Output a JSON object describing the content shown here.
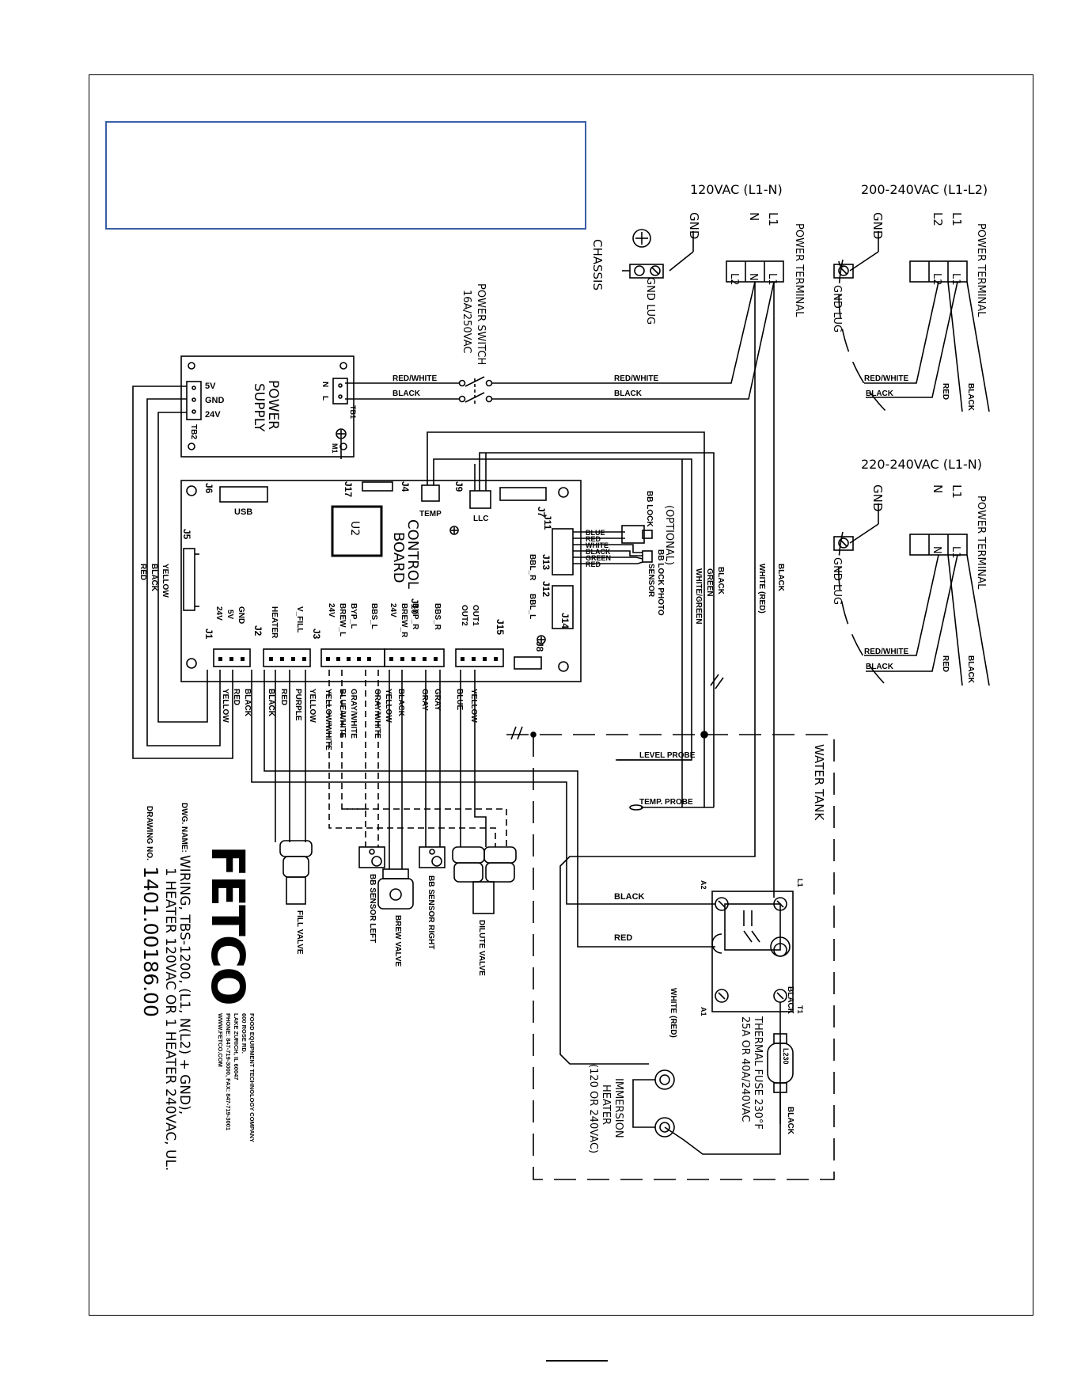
{
  "notice_text": "",
  "supply": {
    "v120": "120VAC (L1-N)",
    "v200": "200-240VAC (L1-L2)",
    "v220": "220-240VAC (L1-N)"
  },
  "terminals": {
    "power_terminal": "POWER TERMINAL",
    "gnd": "GND",
    "gnd_lug": "GND LUG",
    "chassis": "CHASSIS",
    "l1": "L1",
    "l2": "L2",
    "n": "N"
  },
  "power_switch": {
    "title": "POWER SWITCH",
    "rating": "16A/250VAC"
  },
  "power_supply": {
    "title": "POWER",
    "title2": "SUPPLY",
    "pins": [
      "5V",
      "GND",
      "24V"
    ],
    "tb1": "TB1",
    "tb2": "TB2",
    "m1": "M1",
    "n": "N",
    "l": "L"
  },
  "board": {
    "title": "CONTROL",
    "title2": "BOARD",
    "u2": "U2",
    "usb": "USB",
    "temp": "TEMP",
    "llc": "LLC",
    "optional": "(OPTIONAL)",
    "bb_lock": "BB LOCK",
    "bb_lock_photo": "BB LOCK PHOTO",
    "sensor": "SENSOR",
    "connectors": [
      "J1",
      "J2",
      "J3",
      "J4",
      "J5",
      "J6",
      "J7",
      "J8",
      "J9",
      "J10",
      "J11",
      "J12",
      "J13",
      "J14",
      "J15",
      "J17"
    ],
    "bbl_r": "BBL_R",
    "bbl_l": "BBL_L",
    "j1_pins": [
      "GND",
      "5V",
      "24V"
    ],
    "j2_pins": [
      "V_FILL",
      "HEATER"
    ],
    "j3_pins": [
      "24V",
      "BREW_L",
      "BYP_L",
      "BBS_L"
    ],
    "j10_pins": [
      "24V",
      "BREW_R",
      "BYP_R",
      "BBS_R"
    ],
    "j15_pins": [
      "OUT1",
      "OUT2"
    ]
  },
  "wires": {
    "red_white": "RED/WHITE",
    "black": "BLACK",
    "red": "RED",
    "yellow": "YELLOW",
    "white_red": "WHITE (RED)",
    "white_green": "WHITE/GREEN",
    "green": "GREEN",
    "blue": "BLUE",
    "white": "WHITE",
    "purple": "PURPLE",
    "blue_white": "BLUE/WHITE",
    "yellow_white": "YELLOW/WHITE",
    "gray_white": "GRAY/WHITE",
    "gray": "GRAY"
  },
  "tank": {
    "title": "WATER TANK",
    "level_probe": "LEVEL PROBE",
    "temp_probe": "TEMP. PROBE",
    "relay_pins": [
      "L1",
      "T1",
      "A1",
      "A2"
    ],
    "thermal_fuse": "THERMAL FUSE 230°F",
    "fuse_rating": "25A OR 40A/240VAC",
    "fuse_marking": "L230",
    "heater": "IMMERSION",
    "heater2": "HEATER",
    "heater3": "(120 OR 240VAC)"
  },
  "valves": {
    "fill": "FILL VALVE",
    "brew": "BREW VALVE",
    "dilute": "DILUTE VALVE",
    "sensor_left": "BB SENSOR LEFT",
    "sensor_right": "BB SENSOR RIGHT"
  },
  "title_block": {
    "logo": "FETCO",
    "company": "FOOD EQUIPMENT TECHNOLOGY COMPANY",
    "address": "600 ROSE RD.",
    "city": "LAKE ZURICH, IL 60047",
    "phone": "PHONE: 847-719-3000, FAX: 847-719-3001",
    "web": "WWW.FETCO.COM",
    "dwg_name_label": "DWG. NAME:",
    "dwg_name": "WIRING, TBS-1200, (L1, N(L2) + GND),",
    "dwg_name2": "1 HEATER 120VAC OR 1 HEATER 240VAC, UL.",
    "drawing_no_label": "DRAWING NO.",
    "drawing_no": "1401.00186.00"
  }
}
